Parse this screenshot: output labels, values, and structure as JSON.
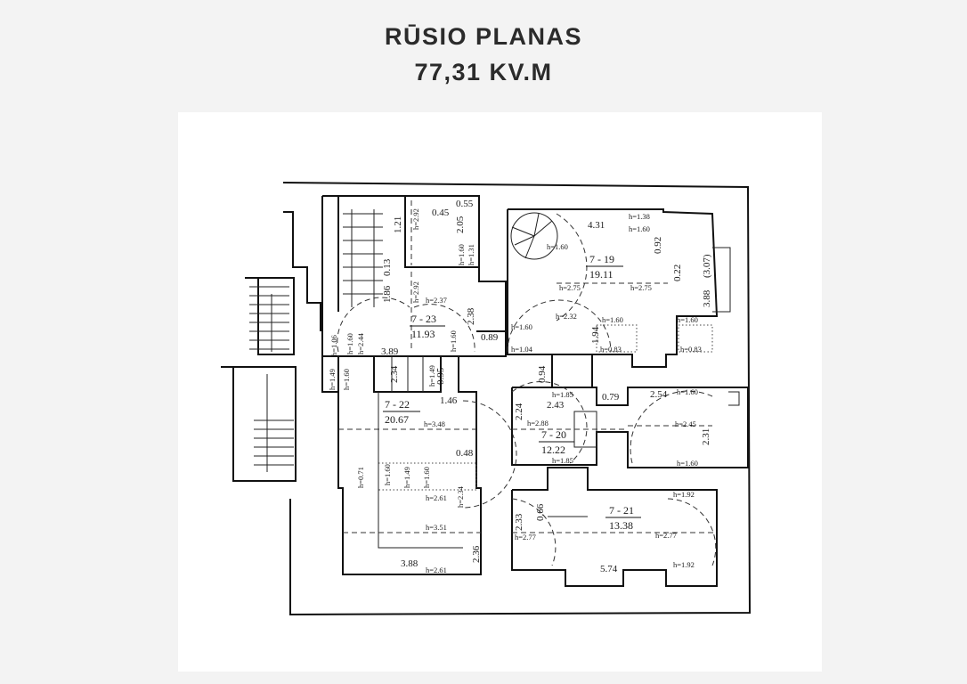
{
  "header": {
    "title": "RŪSIO PLANAS",
    "area": "77,31 KV.M"
  },
  "rooms": [
    {
      "id": "7 - 23",
      "area": "11.93"
    },
    {
      "id": "7 - 19",
      "area": "19.11"
    },
    {
      "id": "7 - 22",
      "area": "20.67"
    },
    {
      "id": "7 - 20",
      "area": "12.22"
    },
    {
      "id": "7 - 21",
      "area": "13.38"
    }
  ],
  "labels": {
    "d_0_45": "0.45",
    "d_0_55": "0.55",
    "d_2_05": "2.05",
    "d_1_21": "1.21",
    "d_0_13": "0.13",
    "d_1_86": "1.86",
    "d_2_38": "2.38",
    "d_0_89": "0.89",
    "d_3_89": "3.89",
    "d_2_34": "2.34",
    "d_0_95": "0.95",
    "d_1_46": "1.46",
    "d_0_48": "0.48",
    "d_3_88": "3.88",
    "d_2_36": "2.36",
    "d_4_31": "4.31",
    "d_0_92": "0.92",
    "d_0_22": "0.22",
    "d_3_07": "(3.07)",
    "d_3_88b": "3.88",
    "d_0_94": "0.94",
    "d_2_24": "2.24",
    "d_2_43": "2.43",
    "d_0_79": "0.79",
    "d_2_54": "2.54",
    "d_2_31": "2.31",
    "d_2_33": "2.33",
    "d_0_66": "0.66",
    "d_5_74": "5.74",
    "d_1_94": "1.94",
    "h_2_92a": "h=2.92",
    "h_1_60a": "h=1.60",
    "h_1_31": "h=1.31",
    "h_2_92b": "h=2.92",
    "h_2_37": "h=2.37",
    "h_1_60b": "h=1.60",
    "h_1_06": "h=1.06",
    "h_1_60c": "h=1.60",
    "h_2_44": "h=2.44",
    "h_1_49a": "h=1.49",
    "h_1_60d": "h=1.60",
    "h_1_38": "h=1.38",
    "h_1_60e": "h=1.60",
    "h_1_60f": "h=1.60",
    "h_2_75a": "h=2.75",
    "h_2_75b": "h=2.75",
    "h_2_32": "h=2.32",
    "h_1_60g": "h=1.60",
    "h_1_60h": "h=1.60",
    "h_1_60i": "h=1.60",
    "h_1_04": "h=1.04",
    "h_0_83a": "h=0.83",
    "h_0_83b": "h=0.83",
    "h_1_49b": "h=1.49",
    "h_3_48": "h=3.48",
    "h_1_60j": "h=1.60",
    "h_1_49c": "h=1.49",
    "h_1_60k": "h=1.60",
    "h_0_71": "h=0.71",
    "h_2_61a": "h=2.61",
    "h_3_51": "h=3.51",
    "h_2_61b": "h=2.61",
    "h_1_85a": "h=1.85",
    "h_2_88": "h=2.88",
    "h_1_85b": "h=1.85",
    "h_1_60l": "h=1.60",
    "h_2_45": "h=2.45",
    "h_1_60m": "h=1.60",
    "h_1_92a": "h=1.92",
    "h_2_77a": "h=2.77",
    "h_2_77b": "h=2.77",
    "h_1_92b": "h=1.92",
    "h_2_34": "h=2.34"
  }
}
